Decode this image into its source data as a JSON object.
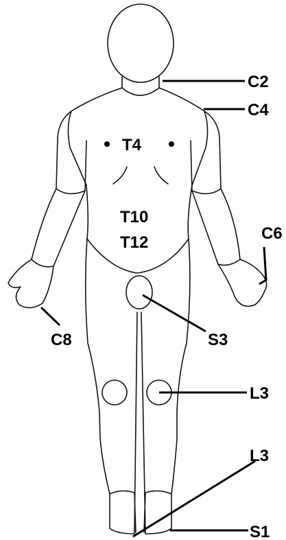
{
  "labels": {
    "c2": "C2",
    "c4": "C4",
    "t4": "T4",
    "c6": "C6",
    "t10": "T10",
    "t12": "T12",
    "c8": "C8",
    "s3": "S3",
    "l3_knee": "L3",
    "l3_foot": "L3",
    "s1": "S1"
  }
}
